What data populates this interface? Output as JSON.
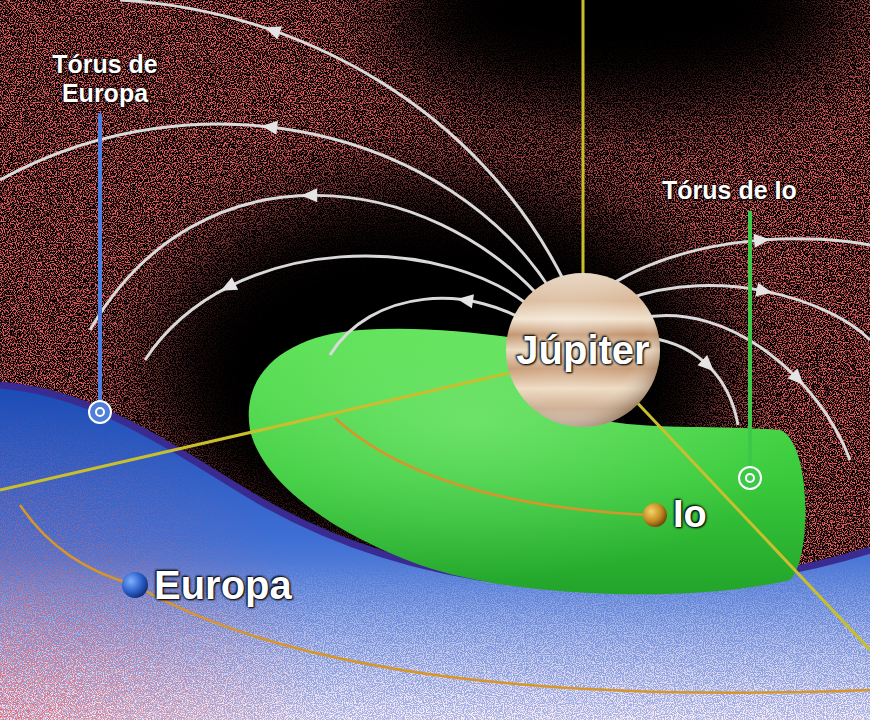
{
  "diagram": {
    "nodes": [
      {
        "text": [
          "Júpiter"
        ]
      },
      {
        "text": [
          "Io"
        ]
      },
      {
        "text": [
          "Europa"
        ]
      }
    ],
    "labels": [
      "Tórus de Europa",
      "Tórus de Io"
    ]
  }
}
